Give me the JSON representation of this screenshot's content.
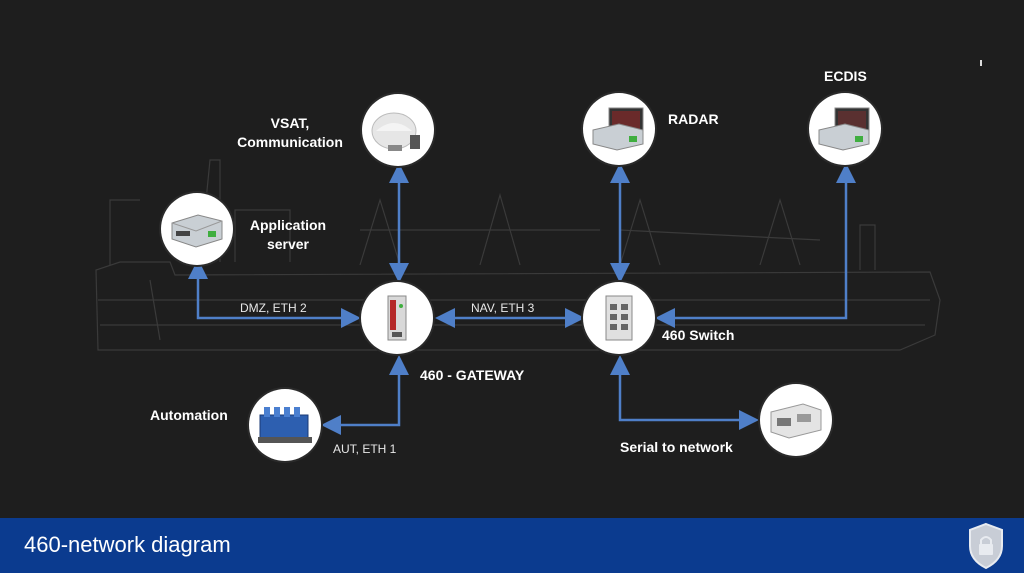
{
  "nodes": {
    "vsat": {
      "label_line1": "VSAT,",
      "label_line2": "Communication",
      "icon": "satellite-dome-icon"
    },
    "app_server": {
      "label_line1": "Application",
      "label_line2": "server",
      "icon": "server-box-icon"
    },
    "gateway": {
      "label": "460 - GATEWAY",
      "icon": "gateway-device-icon"
    },
    "switch": {
      "label": "460 Switch",
      "icon": "network-switch-icon"
    },
    "radar": {
      "label": "RADAR",
      "icon": "radar-console-icon"
    },
    "ecdis": {
      "label": "ECDIS",
      "icon": "ecdis-console-icon"
    },
    "automation": {
      "label": "Automation",
      "icon": "engine-icon"
    },
    "serial": {
      "label": "Serial to network",
      "icon": "serial-converter-icon"
    }
  },
  "ports": {
    "dmz": "DMZ, ETH 2",
    "nav": "NAV, ETH 3",
    "aut": "AUT, ETH 1"
  },
  "footer": {
    "title": "460-network diagram",
    "icon": "shield-lock-icon"
  },
  "colors": {
    "background": "#1e1e1e",
    "link": "#4f7fc8",
    "footer": "#0b3b8f"
  }
}
